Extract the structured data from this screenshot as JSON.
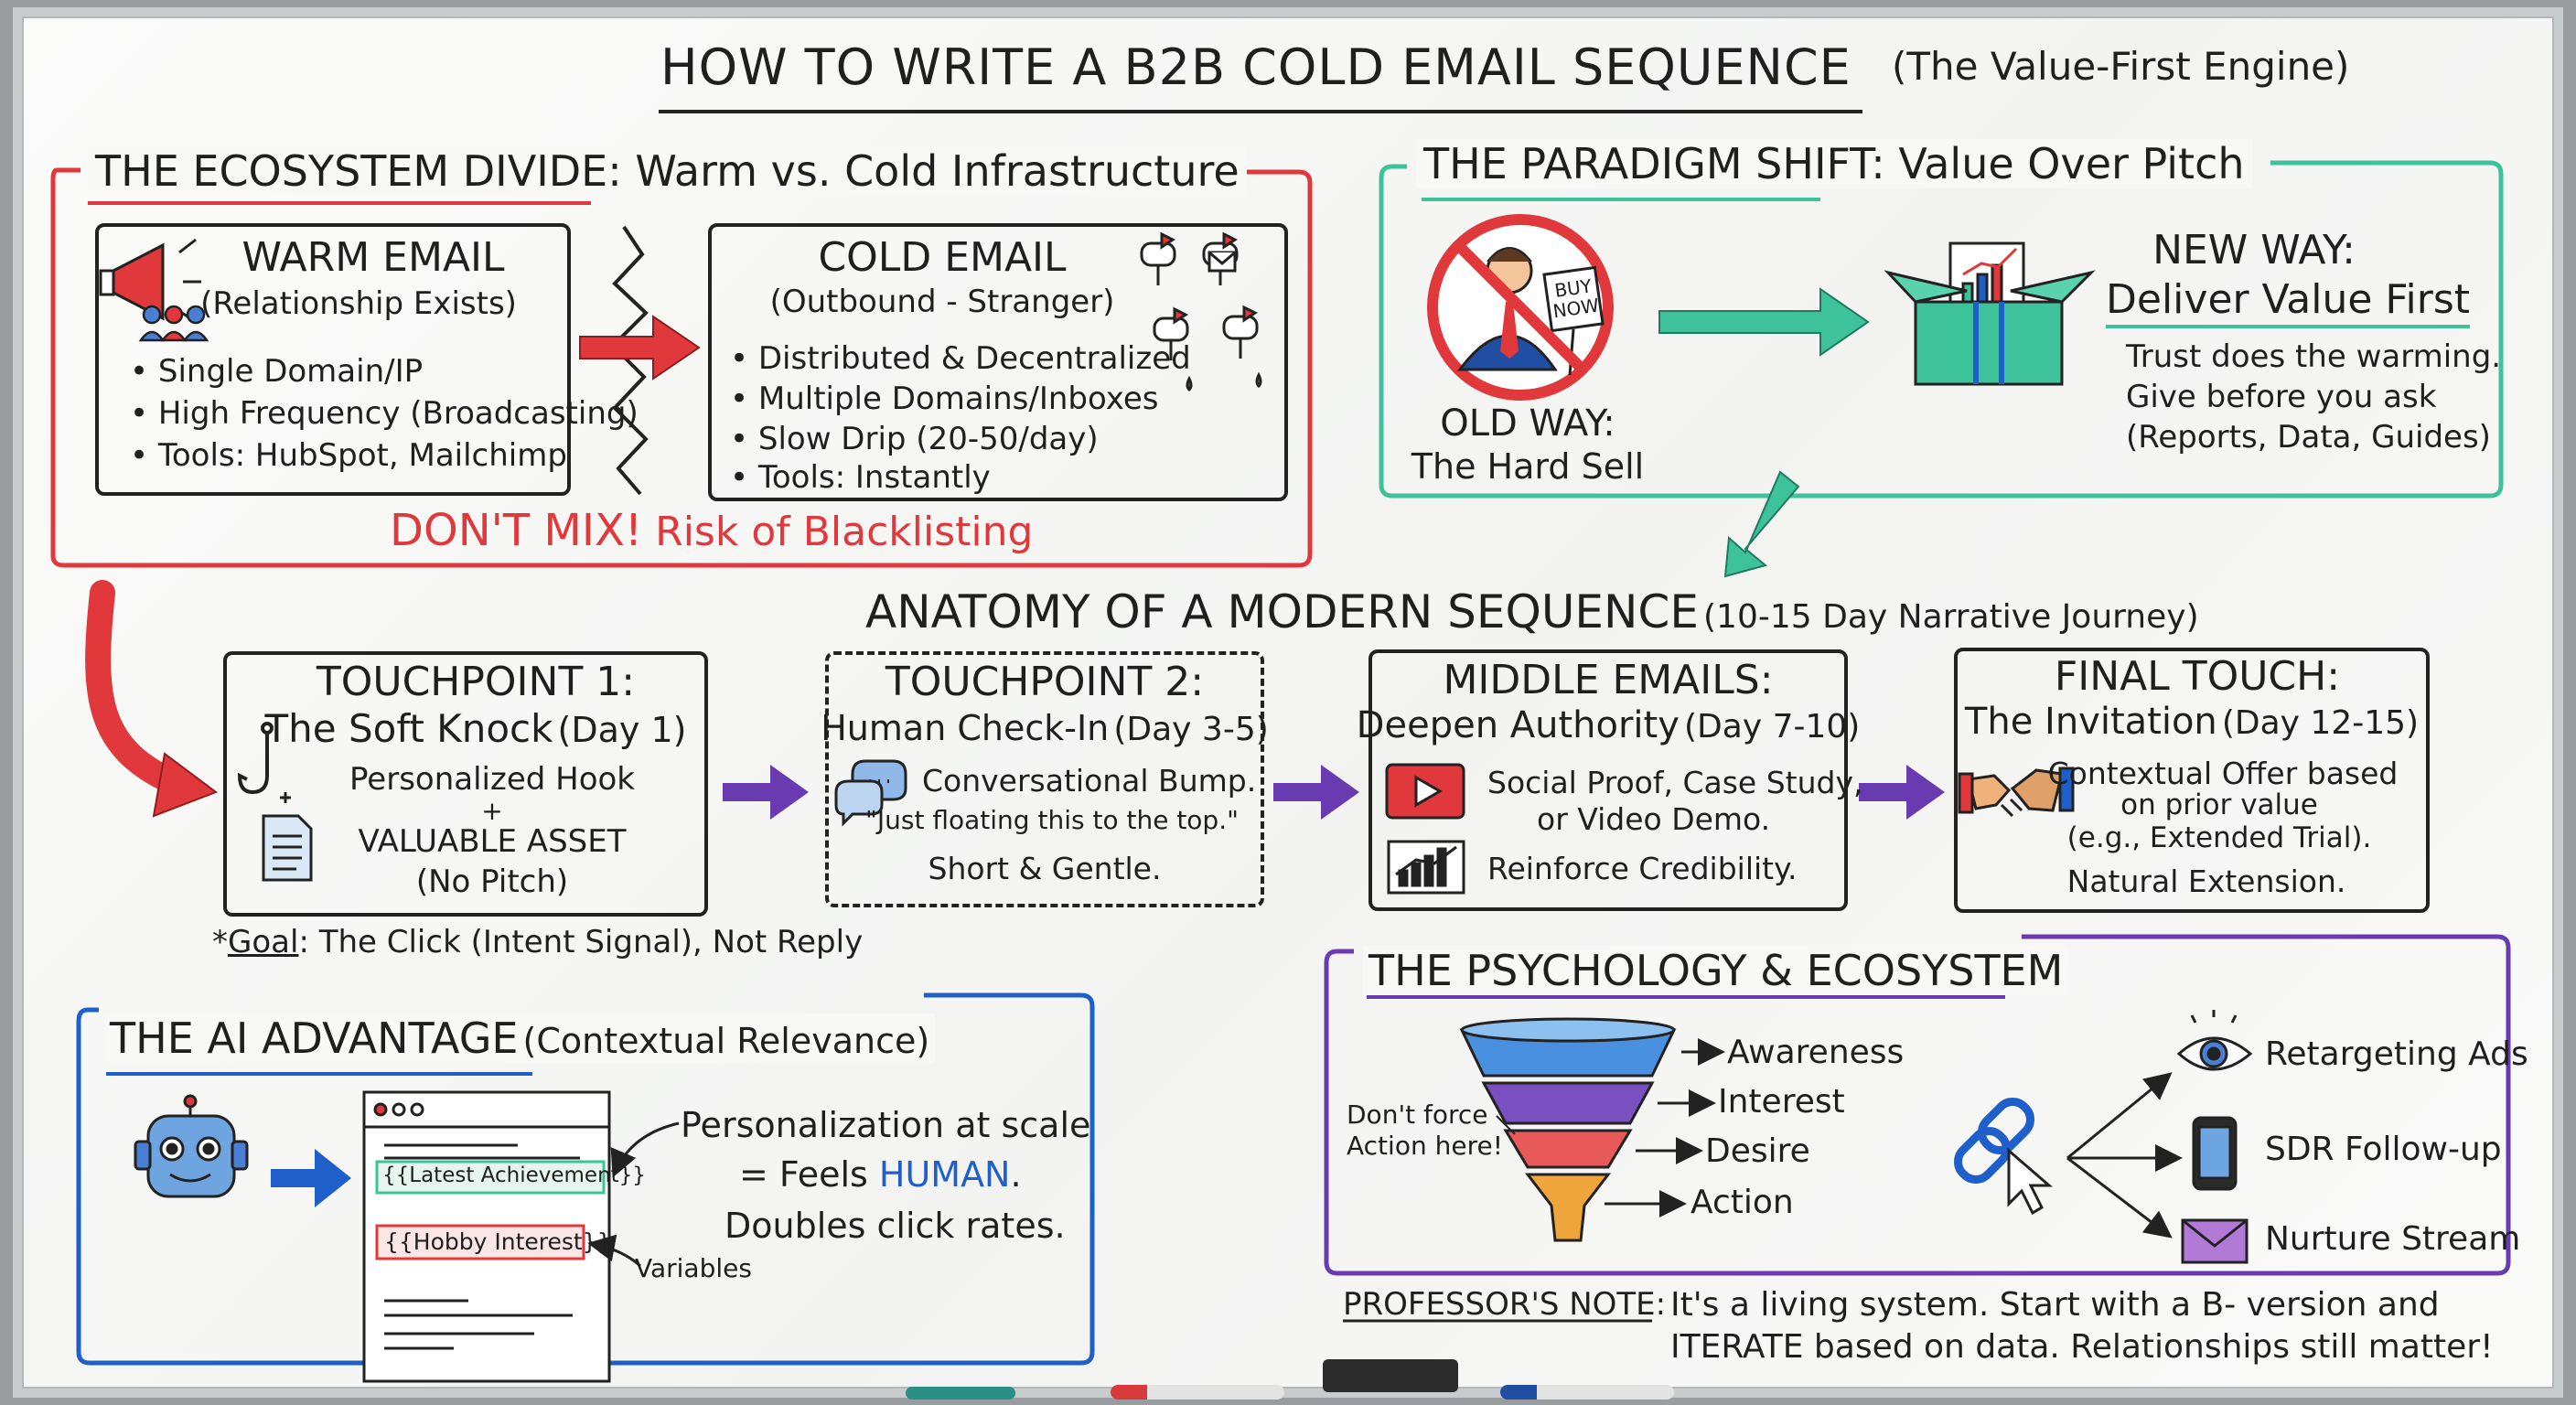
{
  "title": {
    "main": "HOW TO WRITE A B2B COLD EMAIL SEQUENCE",
    "sub": "(The Value-First Engine)"
  },
  "ecosystem": {
    "heading": "THE ECOSYSTEM DIVIDE",
    "heading_rest": ": Warm vs. Cold Infrastructure",
    "warm": {
      "title": "WARM EMAIL",
      "subtitle": "(Relationship Exists)",
      "bullets": [
        "• Single Domain/IP",
        "• High Frequency (Broadcasting)",
        "• Tools: HubSpot, Mailchimp"
      ]
    },
    "cold": {
      "title": "COLD EMAIL",
      "subtitle": "(Outbound - Stranger)",
      "bullets": [
        "• Distributed & Decentralized",
        "• Multiple Domains/Inboxes",
        "• Slow Drip (20-50/day)",
        "• Tools: Instantly"
      ]
    },
    "warning_strong": "DON'T MIX!",
    "warning_rest": "Risk of Blacklisting"
  },
  "paradigm": {
    "heading": "THE PARADIGM SHIFT",
    "heading_rest": ": Value Over Pitch",
    "sign": [
      "BUY",
      "NOW"
    ],
    "old_label": "OLD WAY:",
    "old_desc": "The Hard Sell",
    "new_label": "NEW WAY:",
    "new_desc": "Deliver Value First",
    "new_points": [
      "Trust does the warming.",
      "Give before you ask",
      "(Reports, Data, Guides)"
    ]
  },
  "anatomy": {
    "heading": "ANATOMY OF A MODERN SEQUENCE",
    "heading_sub": "(10-15 Day Narrative Journey)"
  },
  "tp1": {
    "title": "TOUCHPOINT 1:",
    "subtitle": "The Soft Knock",
    "timing": "(Day 1)",
    "lines": [
      "Personalized Hook",
      "+",
      "VALUABLE ASSET",
      "(No Pitch)"
    ],
    "plus": "+"
  },
  "tp2": {
    "title": "TOUCHPOINT 2:",
    "subtitle": "Human Check-In",
    "timing": "(Day 3-5)",
    "lines": [
      "Conversational Bump.",
      "\"Just floating this to the top.\"",
      "Short & Gentle."
    ]
  },
  "mid": {
    "title": "MIDDLE EMAILS:",
    "subtitle": "Deepen Authority",
    "timing": "(Day 7-10)",
    "lines": [
      "Social Proof, Case Study,",
      "or Video Demo.",
      "Reinforce Credibility."
    ]
  },
  "final": {
    "title": "FINAL TOUCH:",
    "subtitle": "The Invitation",
    "timing": "(Day 12-15)",
    "lines": [
      "Contextual Offer based",
      "on prior value",
      "(e.g., Extended Trial).",
      "Natural Extension."
    ]
  },
  "goal": {
    "star": "*",
    "label": "Goal",
    "text": ": The Click (Intent Signal), Not Reply"
  },
  "ai": {
    "heading": "THE AI ADVANTAGE",
    "heading_sub": "(Contextual Relevance)",
    "var1": "{{Latest Achievement}}",
    "var2": "{{Hobby Interest}}",
    "variables_label": "Variables",
    "line1": "Personalization at scale",
    "line2_pre": "= Feels ",
    "line2_em": "HUMAN",
    "line2_post": ".",
    "line3": "Doubles click rates."
  },
  "psych": {
    "heading": "THE PSYCHOLOGY & ECOSYSTEM",
    "funnel": [
      "Awareness",
      "Interest",
      "Desire",
      "Action"
    ],
    "note": [
      "Don't force",
      "Action here!"
    ],
    "channels": [
      "Retargeting Ads",
      "SDR Follow-up",
      "Nurture Stream"
    ]
  },
  "note": {
    "label": "PROFESSOR'S NOTE:",
    "line1": "It's a living system. Start with a B- version and",
    "line2": "ITERATE based on data. Relationships still matter!"
  },
  "colors": {
    "red": "#e0383b",
    "teal": "#3ec29a",
    "blue": "#1f5fc9",
    "purple": "#6a3bb0",
    "ink": "#1f1f1f"
  }
}
